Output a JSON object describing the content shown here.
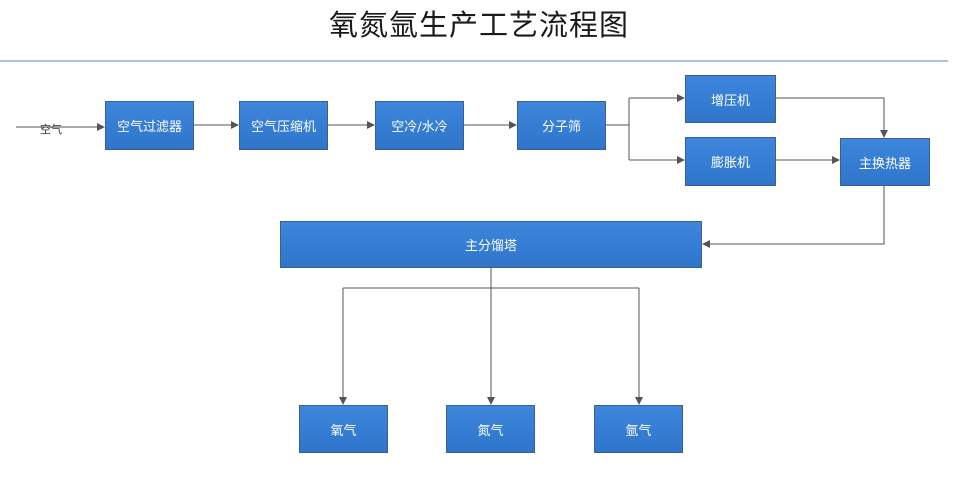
{
  "title": "氧氮氩生产工艺流程图",
  "input_label": "空气",
  "nodes": {
    "air_filter": "空气过滤器",
    "air_compressor": "空气压缩机",
    "cooling": "空冷/水冷",
    "molecular_sieve": "分子筛",
    "booster": "增压机",
    "expander": "膨胀机",
    "heat_exchanger": "主换热器",
    "main_column": "主分馏塔",
    "oxygen": "氧气",
    "nitrogen": "氮气",
    "argon": "氩气"
  },
  "colors": {
    "box": "#2f76cb",
    "line": "#555555",
    "rule": "#a9c4de"
  }
}
